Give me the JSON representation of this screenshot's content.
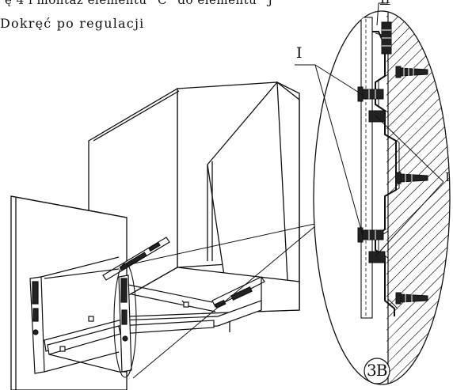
{
  "header": {
    "instruction_line": "ę 4 i montaż elementu “C” do elementu “J”",
    "sub_line": "Dokręć po regulacji"
  },
  "callouts": {
    "label_I": "I",
    "label_II": "II",
    "label_right": "I",
    "detail_id": "3B"
  },
  "colors": {
    "line": "#111111",
    "background": "#ffffff"
  }
}
